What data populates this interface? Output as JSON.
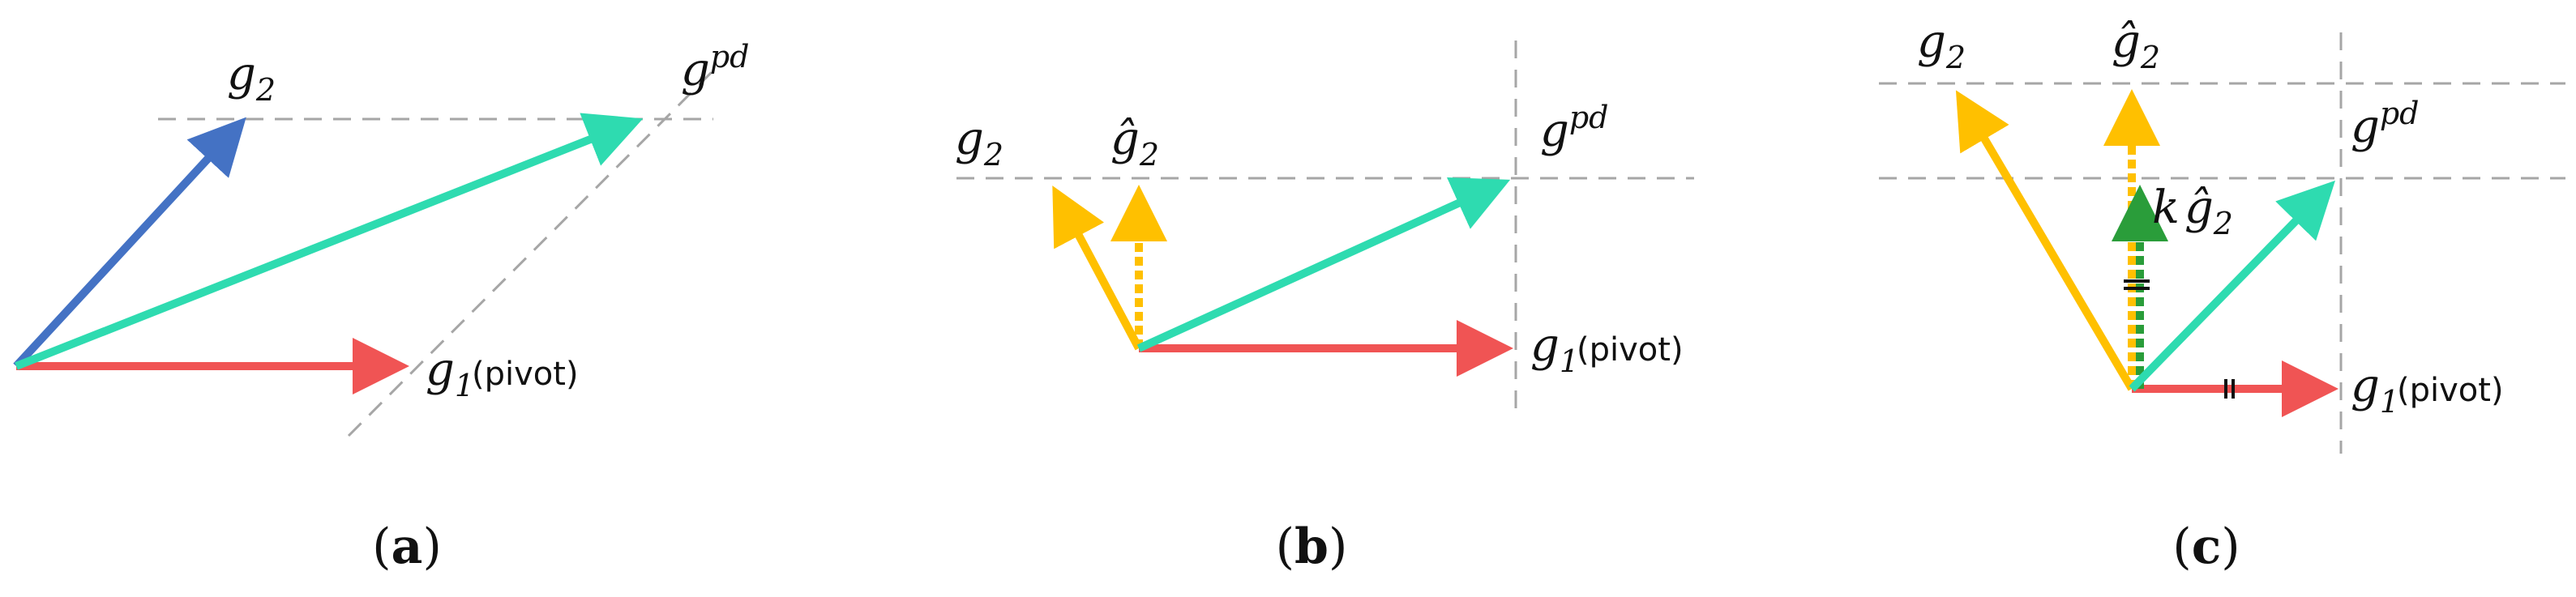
{
  "colors": {
    "red": "#f05454",
    "blue": "#4472c4",
    "teal": "#2edbb0",
    "orange": "#ffc000",
    "green": "#2a9d3a",
    "guide": "#a6a6a6"
  },
  "panels": [
    {
      "caption_open": "(",
      "caption_letter": "a",
      "caption_close": ")",
      "labels": {
        "g2_base": "g",
        "g2_sub": "2",
        "gpd_base": "g",
        "gpd_sup": "pd",
        "g1_base": "g",
        "g1_sub": "1",
        "g1_pivot": "(pivot)"
      }
    },
    {
      "caption_open": "(",
      "caption_letter": "b",
      "caption_close": ")",
      "labels": {
        "g2_base": "g",
        "g2_sub": "2",
        "g2hat_base": "ĝ",
        "g2hat_sub": "2",
        "gpd_base": "g",
        "gpd_sup": "pd",
        "g1_base": "g",
        "g1_sub": "1",
        "g1_pivot": "(pivot)"
      }
    },
    {
      "caption_open": "(",
      "caption_letter": "c",
      "caption_close": ")",
      "labels": {
        "g2_base": "g",
        "g2_sub": "2",
        "g2hat_base": "ĝ",
        "g2hat_sub": "2",
        "kg2hat_k": "k",
        "kg2hat_base": "ĝ",
        "kg2hat_sub": "2",
        "gpd_base": "g",
        "gpd_sup": "pd",
        "g1_base": "g",
        "g1_sub": "1",
        "g1_pivot": "(pivot)"
      }
    }
  ]
}
